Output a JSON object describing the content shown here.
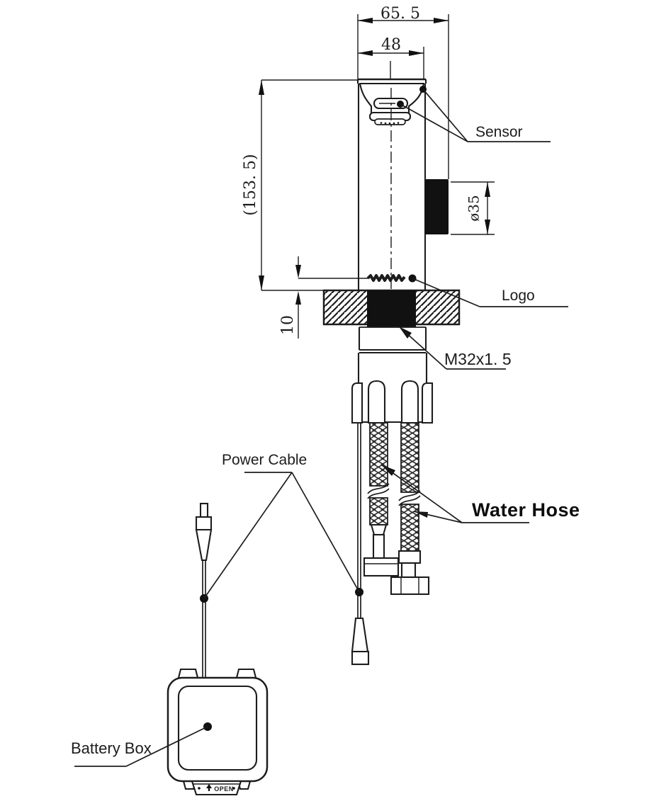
{
  "colors": {
    "line": "#1d1d1d",
    "background": "#ffffff",
    "solid_fill": "#111111"
  },
  "dimensions": {
    "overall_width": "65. 5",
    "spout_width": "48",
    "height_ref": "(153. 5)",
    "logo_height": "10",
    "knob_diameter": "ø35"
  },
  "labels": {
    "sensor": "Sensor",
    "logo": "Logo",
    "thread_spec": "M32x1. 5",
    "water_hose": "Water Hose",
    "power_cable": "Power Cable",
    "battery_box": "Battery Box",
    "battery_open": "OPEN"
  }
}
